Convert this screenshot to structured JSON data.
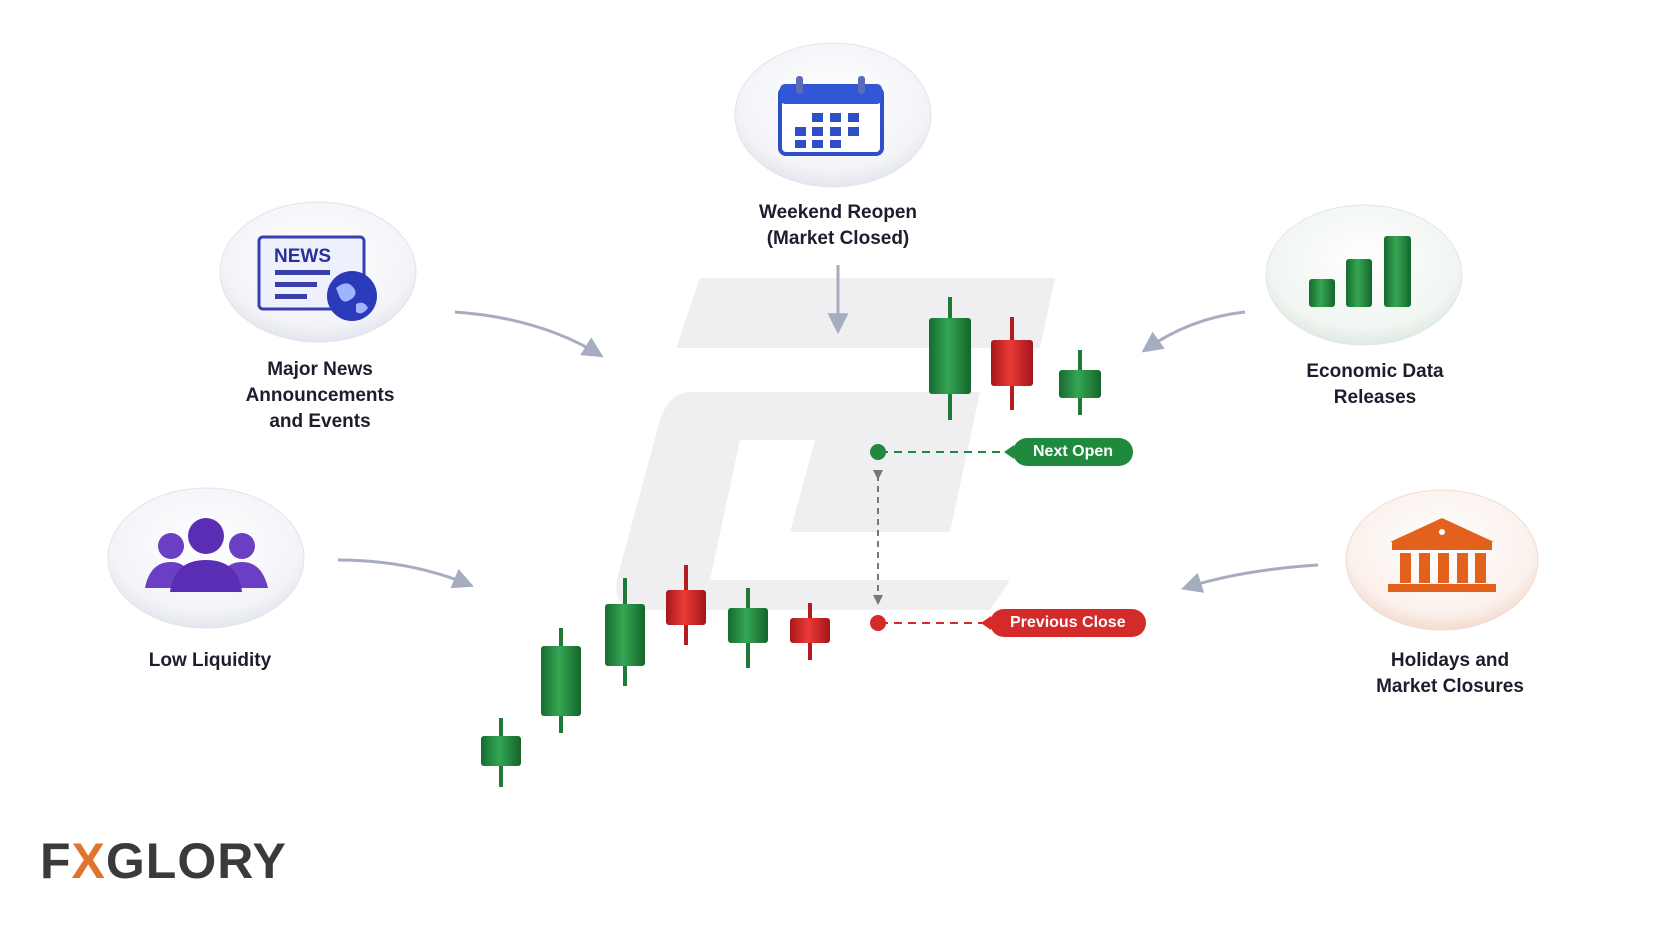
{
  "factors": [
    {
      "id": "weekend",
      "label_lines": [
        "Weekend Reopen",
        "(Market Closed)"
      ],
      "icon": "calendar-icon"
    },
    {
      "id": "news",
      "label_lines": [
        "Major News",
        "Announcements",
        "and Events"
      ],
      "icon": "news-globe-icon"
    },
    {
      "id": "economic",
      "label_lines": [
        "Economic Data",
        "Releases"
      ],
      "icon": "bar-chart-icon"
    },
    {
      "id": "liquidity",
      "label_lines": [
        "Low Liquidity"
      ],
      "icon": "people-group-icon"
    },
    {
      "id": "holidays",
      "label_lines": [
        "Holidays and",
        "Market Closures"
      ],
      "icon": "bank-building-icon"
    }
  ],
  "gap_markers": {
    "next_open": "Next Open",
    "previous_close": "Previous Close"
  },
  "logo": {
    "prefix": "F",
    "accent": "X",
    "suffix": "GLORY",
    "accent_color": "#e0742c"
  },
  "colors": {
    "bull": "#1f8a3d",
    "bear": "#d42a2a",
    "text": "#1c1e2e"
  }
}
